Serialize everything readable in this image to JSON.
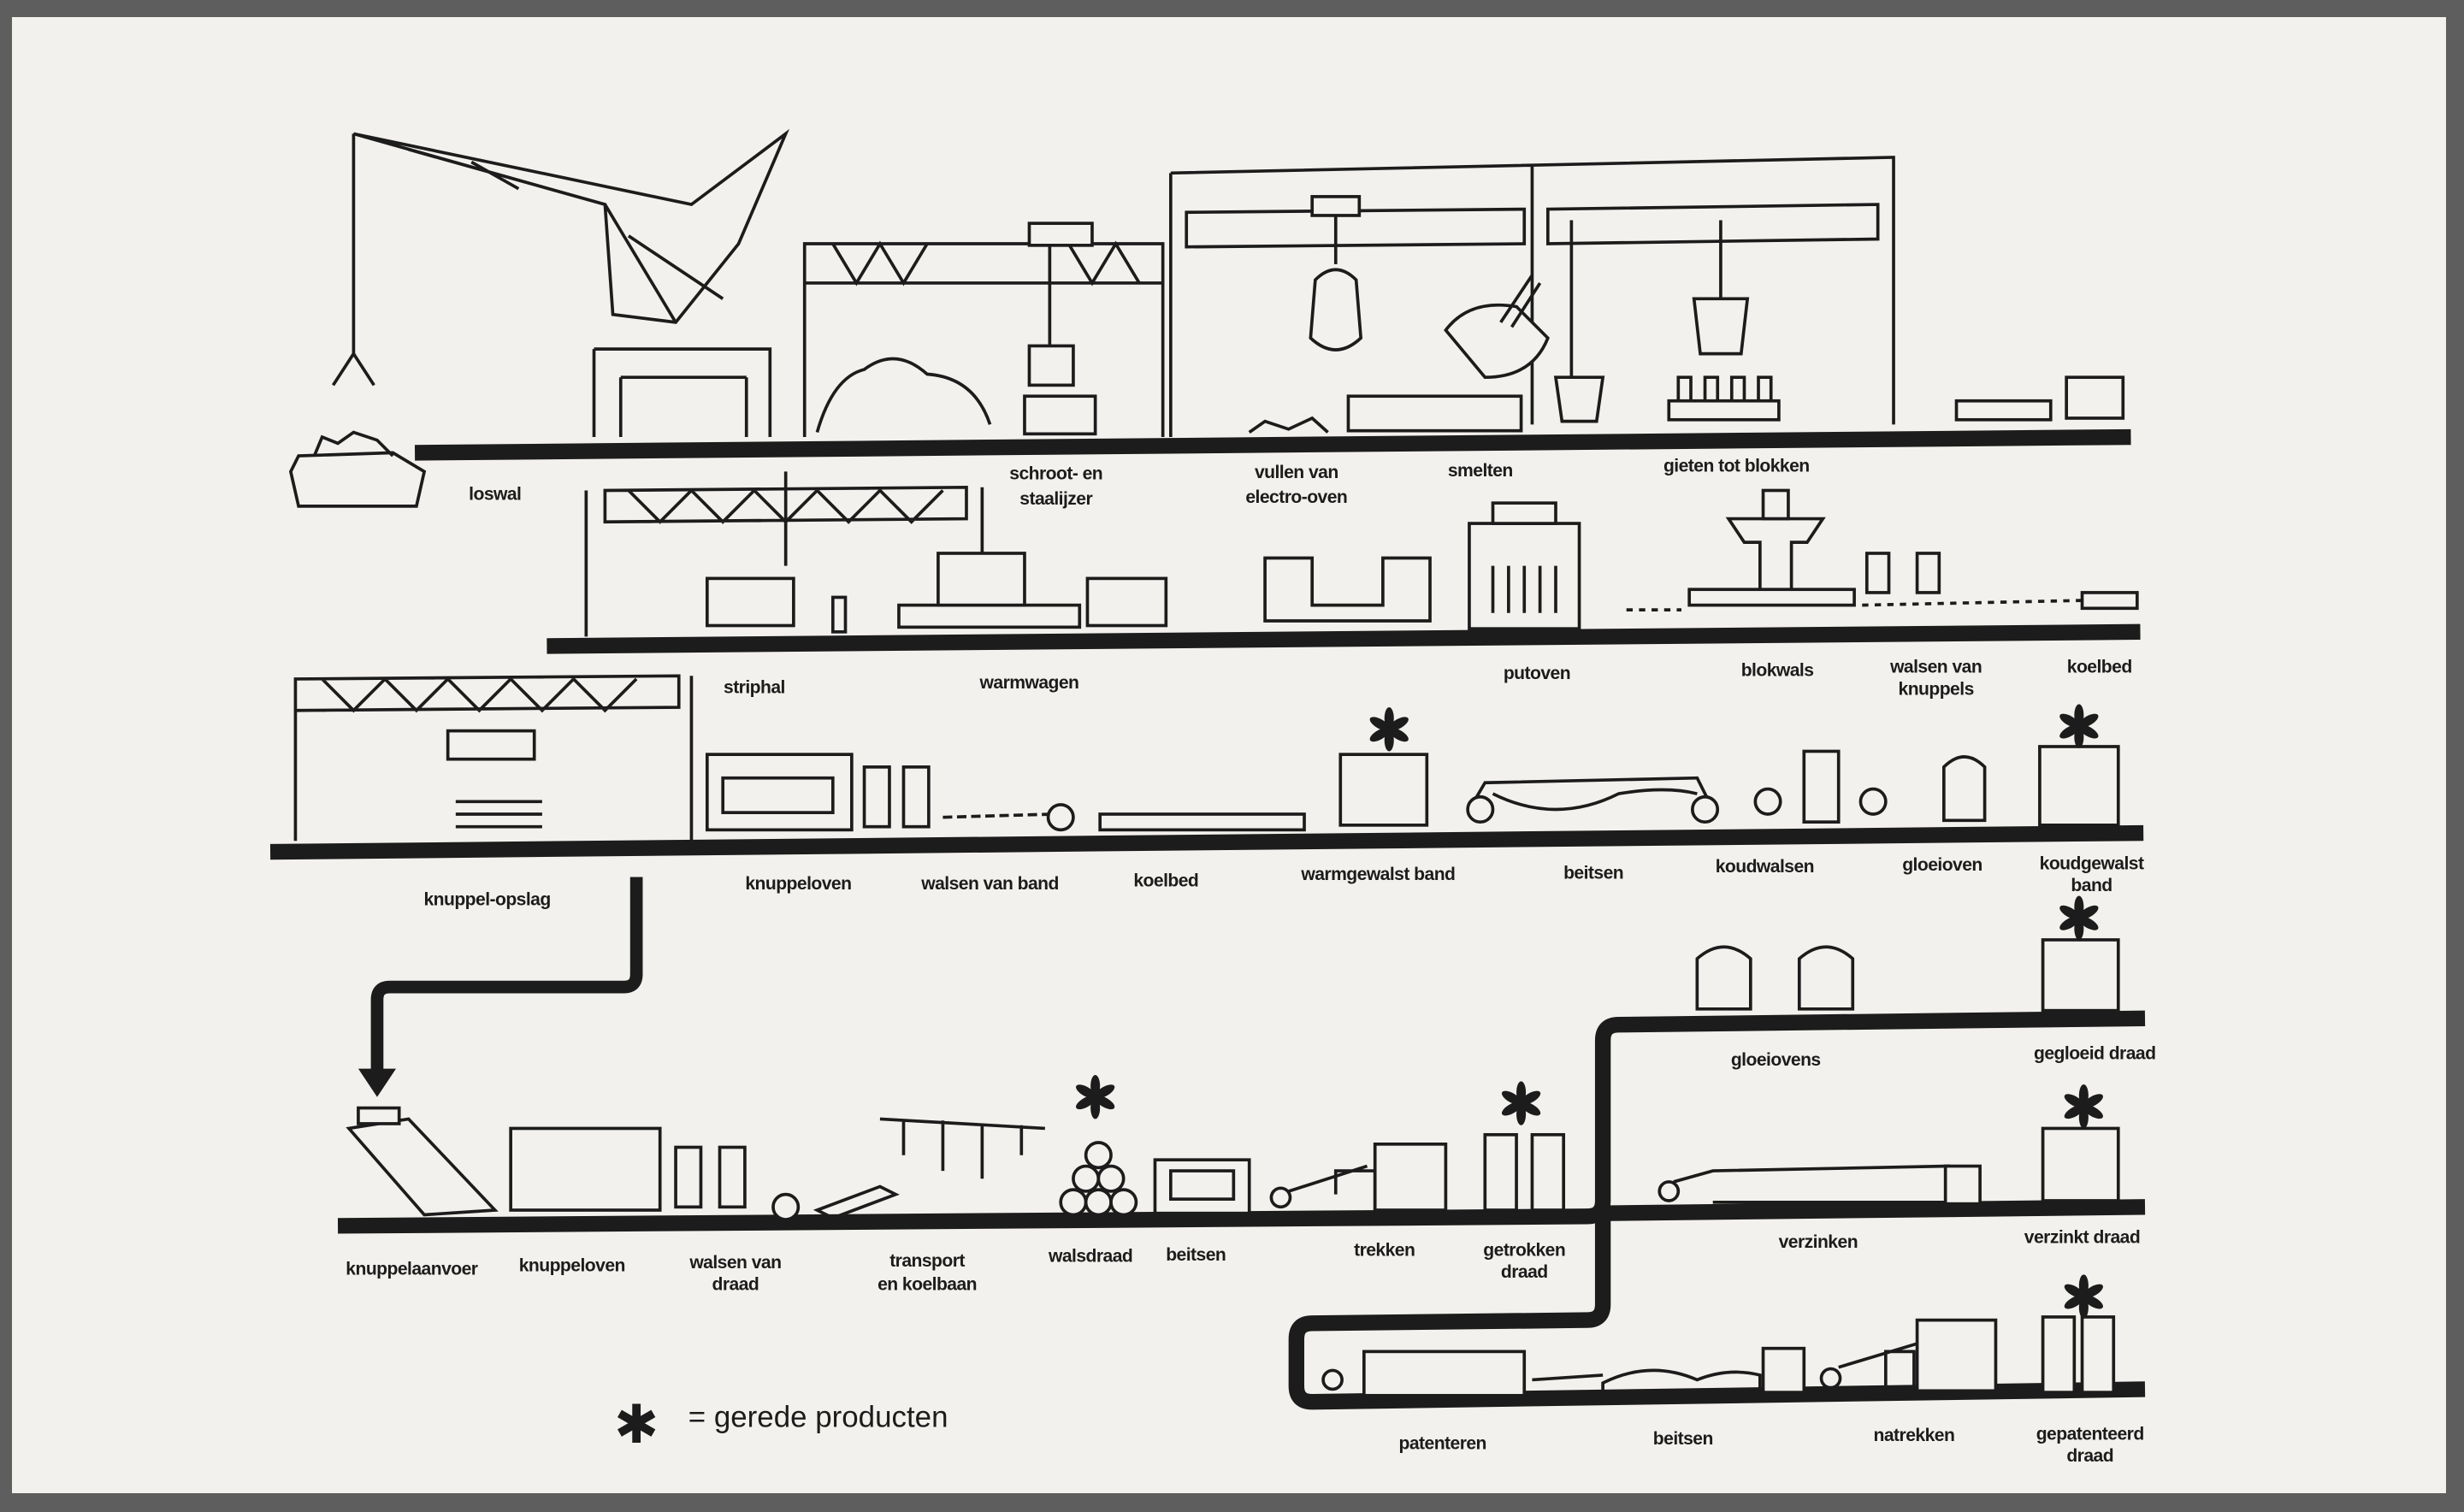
{
  "legend": {
    "symbol": "✱",
    "text": "= gerede producten"
  },
  "row1": {
    "loswal": "loswal",
    "schroot_1": "schroot- en",
    "schroot_2": "staalijzer",
    "vullen_1": "vullen van",
    "vullen_2": "electro-oven",
    "smelten": "smelten",
    "gieten": "gieten tot blokken"
  },
  "row2": {
    "striphal": "striphal",
    "warmwagen": "warmwagen",
    "putoven": "putoven",
    "blokwals": "blokwals",
    "walsen_1": "walsen van",
    "walsen_2": "knuppels",
    "koelbed": "koelbed"
  },
  "row3": {
    "opslag": "knuppel-opslag",
    "knuppeloven": "knuppeloven",
    "walsen_band": "walsen van band",
    "koelbed": "koelbed",
    "warmgewalst": "warmgewalst band",
    "beitsen": "beitsen",
    "koudwalsen": "koudwalsen",
    "gloeioven": "gloeioven",
    "koud_1": "koudgewalst",
    "koud_2": "band"
  },
  "row4": {
    "aanvoer": "knuppelaanvoer",
    "knuppeloven": "knuppeloven",
    "walsen_1": "walsen van",
    "walsen_2": "draad",
    "transport_1": "transport",
    "transport_2": "en koelbaan",
    "walsdraad": "walsdraad",
    "beitsen": "beitsen",
    "trekken": "trekken",
    "getrokken_1": "getrokken",
    "getrokken_2": "draad"
  },
  "branch": {
    "gloeiovens": "gloeiovens",
    "gegloeid": "gegloeid draad",
    "verzinken": "verzinken",
    "verzinkt": "verzinkt draad",
    "patenteren": "patenteren",
    "beitsen": "beitsen",
    "natrekken": "natrekken",
    "gepat_1": "gepatenteerd",
    "gepat_2": "draad"
  }
}
